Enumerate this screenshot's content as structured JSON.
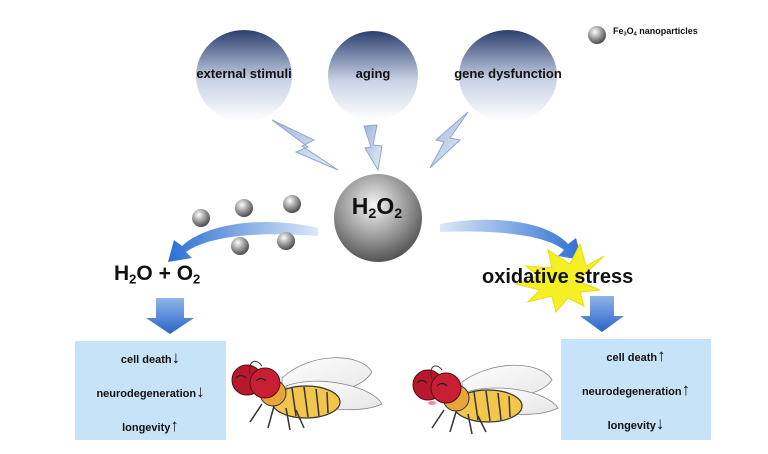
{
  "legend": {
    "label_html": "Fe<sub>3</sub>O<sub>4</sub> nanoparticles"
  },
  "causes": [
    "external stimuli",
    "aging",
    "gene dysfunction"
  ],
  "center": {
    "label_html": "H<sub>2</sub>O<sub>2</sub>"
  },
  "products": {
    "label_html": "H<sub>2</sub>O + O<sub>2</sub>"
  },
  "stress": {
    "label": "oxidative stress"
  },
  "left_box": {
    "lines": [
      {
        "text": "cell death",
        "arrow": "down"
      },
      {
        "text": "neurodegeneration",
        "arrow": "down"
      },
      {
        "text": "longevity",
        "arrow": "up"
      }
    ]
  },
  "right_box": {
    "lines": [
      {
        "text": "cell death",
        "arrow": "up"
      },
      {
        "text": "neurodegeneration",
        "arrow": "up"
      },
      {
        "text": "longevity",
        "arrow": "down"
      }
    ]
  },
  "colors": {
    "accent_blue": "#2e6fd2",
    "box_fill": "#c7e3f7",
    "starburst": "#f5ef25",
    "sphere_dark": "#3a4f7a"
  }
}
